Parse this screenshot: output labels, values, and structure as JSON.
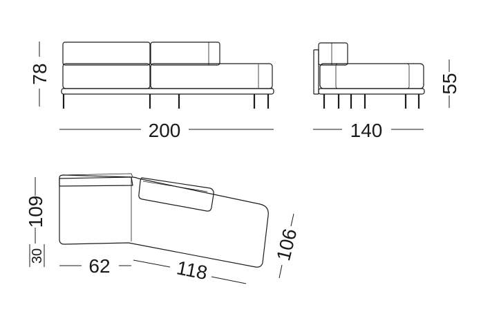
{
  "dimensions": {
    "front_width": "200",
    "front_height": "78",
    "side_depth": "140",
    "side_seat_height": "55",
    "plan_depth": "109",
    "plan_arm": "30",
    "plan_front_left": "62",
    "plan_front_angled": "118",
    "plan_end": "106"
  }
}
